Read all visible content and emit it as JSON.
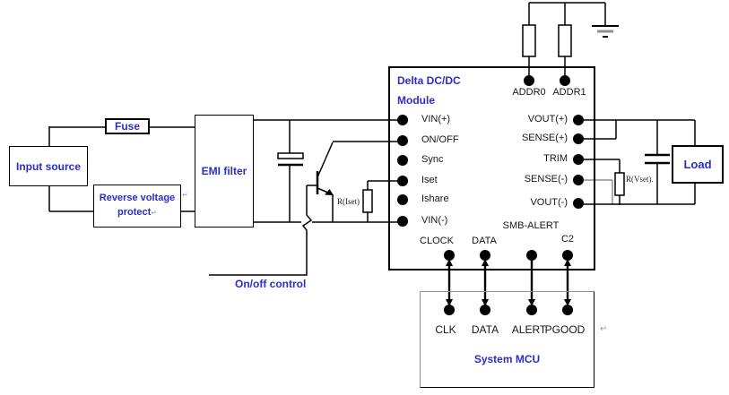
{
  "colors": {
    "accent": "#2d2dc7",
    "wire": "#000000",
    "muted": "#909090"
  },
  "boxes": {
    "input_source": "Input source",
    "fuse": "Fuse",
    "emi_filter": "EMI filter",
    "reverse_protect": {
      "line1": "Reverse voltage",
      "line2": "protect"
    },
    "load": "Load",
    "system_mcu": "System MCU"
  },
  "module": {
    "title": {
      "line1": "Delta DC/DC",
      "line2": "Module"
    },
    "left_pins": [
      "VIN(+)",
      "ON/OFF",
      "Sync",
      "Iset",
      "Ishare",
      "VIN(-)"
    ],
    "right_pins": [
      "VOUT(+)",
      "SENSE(+)",
      "TRIM",
      "SENSE(-)",
      "VOUT(-)"
    ],
    "top_pins": [
      "ADDR0",
      "ADDR1"
    ],
    "bottom_pins": [
      "CLOCK",
      "DATA",
      "SMB-ALERT",
      "C2"
    ]
  },
  "mcu_pins": [
    "CLK",
    "DATA",
    "ALERT",
    "PGOOD"
  ],
  "labels": {
    "onoff_control": "On/off control",
    "r_iset": "R(Iset)",
    "r_vset": "R(Vset).",
    "return_mark": "↵"
  }
}
